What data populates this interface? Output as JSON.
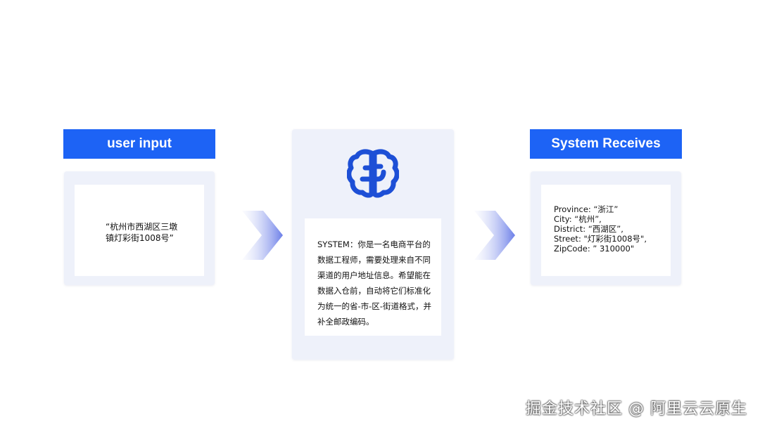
{
  "input": {
    "header": "user input",
    "text": "“杭州市西湖区三墩\n镇灯彩街1008号”"
  },
  "system": {
    "prompt_lines": [
      "SYSTEM：你是一名电商平台的",
      "数据工程师，需要处理来自不同",
      "渠道的用户地址信息。希望能在",
      "数据入仓前，自动将它们标准化",
      "为统一的省-市-区-街道格式，并",
      "补全邮政编码。"
    ],
    "icon": "brain-icon"
  },
  "output": {
    "header": "System Receives",
    "lines": [
      "Province: “浙江”",
      "City: “杭州”,",
      "District: “西湖区”,",
      "Street: \"灯彩街1008号\",",
      "ZipCode: ” 310000\""
    ]
  },
  "watermark": "掘金技术社区 @ 阿里云云原生",
  "colors": {
    "header_blue": "#1d63f5",
    "panel_bg": "#eef1fa",
    "brain_blue": "#1d4fd6"
  }
}
